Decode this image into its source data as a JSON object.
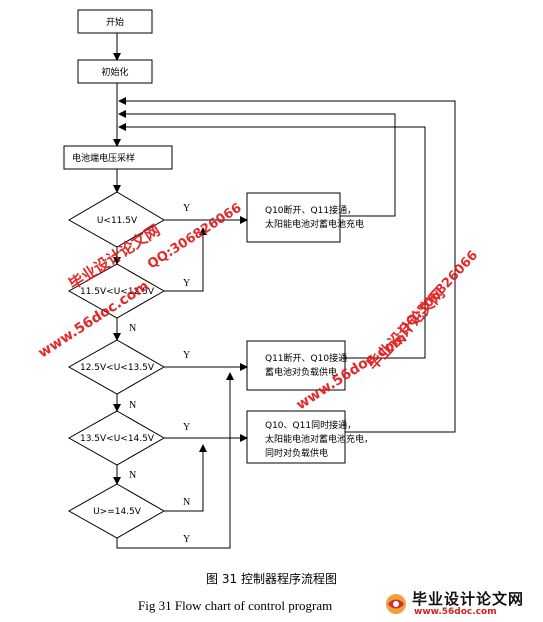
{
  "flowchart": {
    "start": "开始",
    "init": "初始化",
    "sample": "电池端电压采样",
    "cond1": "U<11.5V",
    "cond2": "11.5V<U<12.5V",
    "cond3": "12.5V<U<13.5V",
    "cond4": "13.5V<U<14.5V",
    "cond5": "U>=14.5V",
    "action1": [
      "Q10断开、Q11接通，",
      "太阳能电池对蓄电池充电"
    ],
    "action2": [
      "Q11断开、Q10接通",
      "蓄电池对负载供电"
    ],
    "action3": [
      "Q10、Q11同时接通，",
      "太阳能电池对蓄电池充电，",
      "同时对负载供电"
    ],
    "edge_labels": {
      "c1_yes": "Y",
      "c2_yes": "Y",
      "c2_no": "N",
      "c3_yes": "Y",
      "c3_no": "N",
      "c4_yes": "Y",
      "c4_no": "N",
      "c5_no": "N",
      "c5_yes": "Y"
    }
  },
  "watermarks": {
    "site": "www.56doc.com",
    "qq": "QQ:306826066",
    "brand": "毕业设计论文网"
  },
  "caption_cn": "图 31 控制器程序流程图",
  "caption_en": "Fig 31    Flow chart of control program",
  "logo": {
    "text": "毕业设计论文网",
    "url": "www.56doc.com"
  },
  "colors": {
    "line": "#000000",
    "watermark": "#e01818"
  }
}
